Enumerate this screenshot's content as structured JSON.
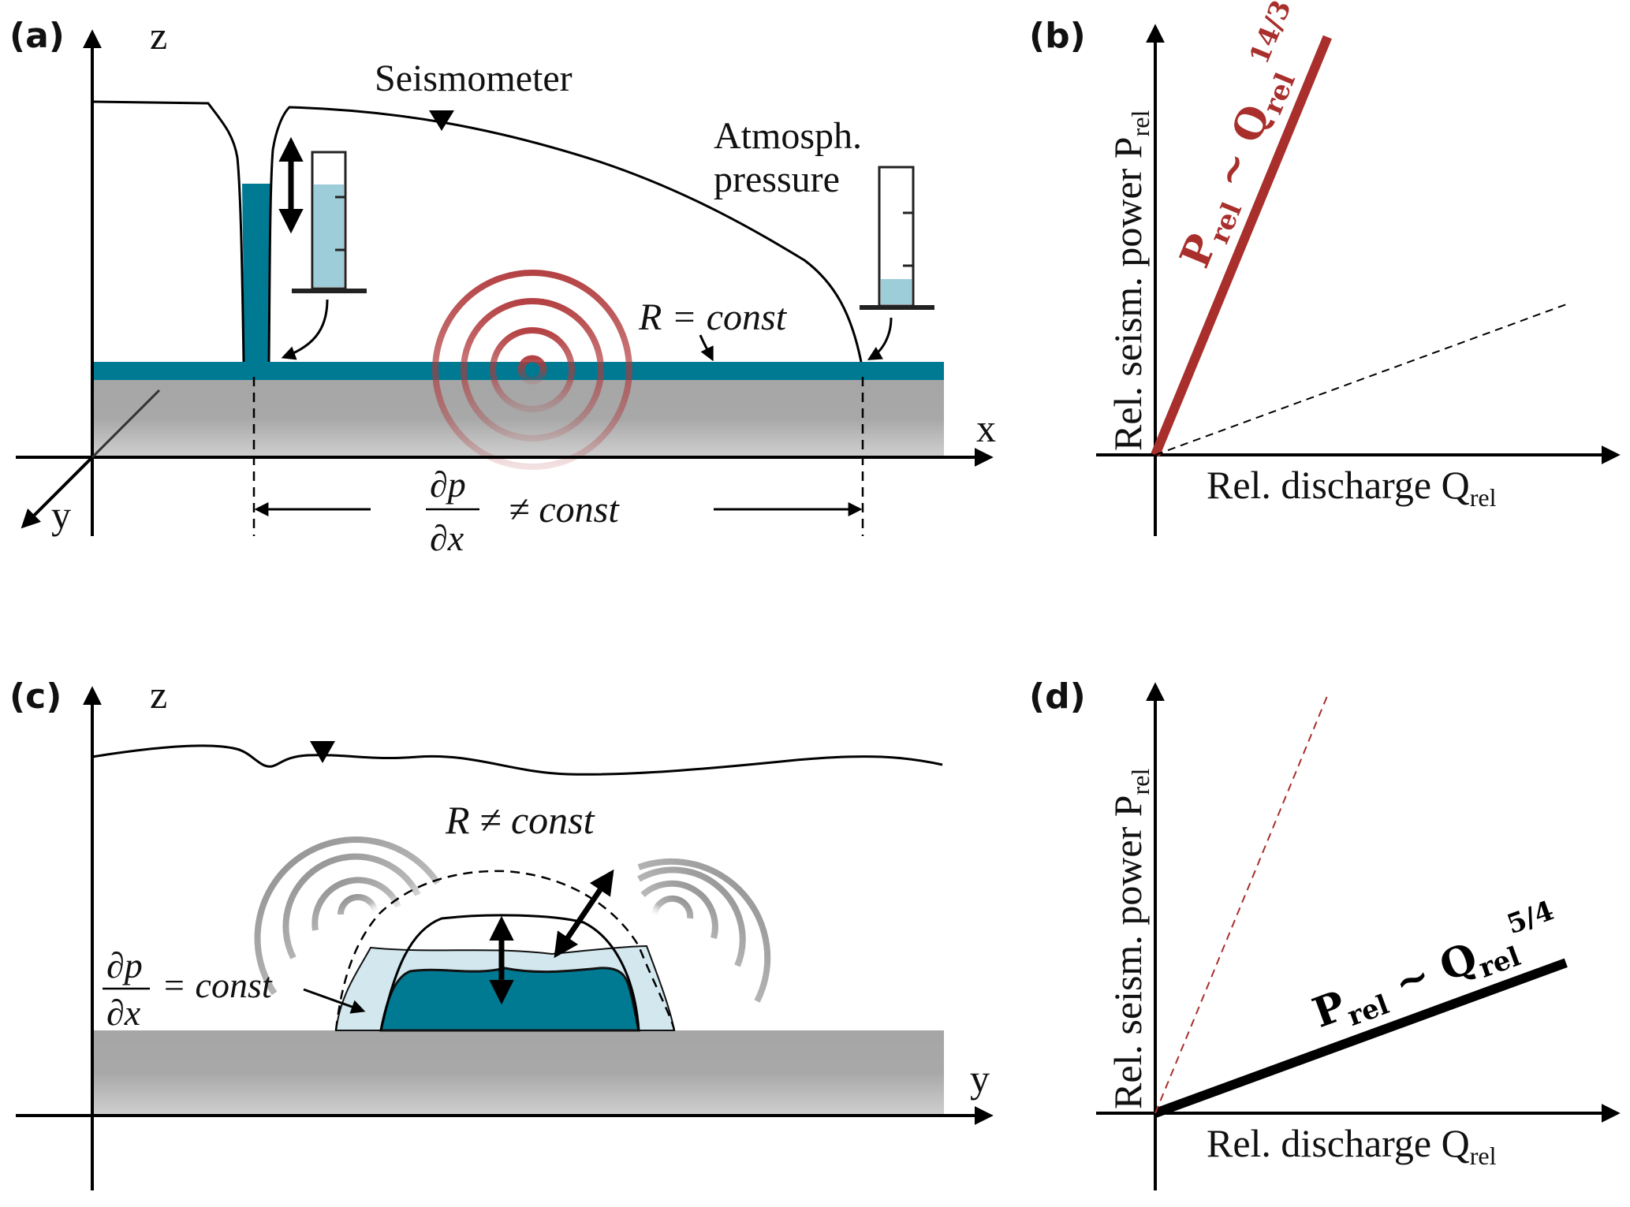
{
  "figure": {
    "panels": [
      {
        "id": "a",
        "label": "(a)",
        "axes": {
          "z": "z",
          "x": "x",
          "y": "y"
        },
        "annotations": {
          "seismometer": "Seismometer",
          "atmospheric_pressure_line1": "Atmosph.",
          "atmospheric_pressure_line2": "pressure",
          "radius": "R = const",
          "gradient_numerator": "∂p",
          "gradient_denominator": "∂x",
          "gradient_relation": "≠ const"
        },
        "gauges": [
          {
            "name": "borehole-water-gauge",
            "fill_fraction": 0.75
          },
          {
            "name": "atmospheric-pressure-gauge",
            "fill_fraction": 0.2
          }
        ]
      },
      {
        "id": "c",
        "label": "(c)",
        "axes": {
          "z": "z",
          "y": "y"
        },
        "annotations": {
          "radius": "R ≠ const",
          "gradient_numerator": "∂p",
          "gradient_denominator": "∂x",
          "gradient_relation": "= const"
        }
      }
    ],
    "colors": {
      "water_dark": "#007a93",
      "water_light": "#d2e7ee",
      "gauge_fill": "#9dcdd8",
      "bedrock": "#a9a9a9",
      "seismic_red": "#b0383a",
      "law_red": "#a82f2c",
      "seismic_grey": "#8a8a8a"
    }
  },
  "chart_data": [
    {
      "type": "line",
      "panel": "(b)",
      "title": "",
      "xlabel": "Rel. discharge Q",
      "xlabel_sub": "rel",
      "ylabel": "Rel. seism. power P",
      "ylabel_sub": "rel",
      "xlim": [
        0,
        1
      ],
      "ylim": [
        0,
        1
      ],
      "grid": false,
      "series": [
        {
          "name": "P_rel ~ Q_rel^(14/3)",
          "label_base": "P",
          "label_sub": "rel",
          "label_mid": "~ Q",
          "label_sub2": "rel",
          "label_exp": "14/3",
          "style": "solid-thick",
          "color": "#a82f2c",
          "x": [
            0,
            0.39
          ],
          "y": [
            0,
            1.0
          ]
        },
        {
          "name": "reference (5/4 law)",
          "style": "dashed-thin",
          "color": "#000000",
          "x": [
            0,
            0.93
          ],
          "y": [
            0,
            0.36
          ]
        }
      ]
    },
    {
      "type": "line",
      "panel": "(d)",
      "title": "",
      "xlabel": "Rel. discharge Q",
      "xlabel_sub": "rel",
      "ylabel": "Rel. seism. power P",
      "ylabel_sub": "rel",
      "xlim": [
        0,
        1
      ],
      "ylim": [
        0,
        1
      ],
      "grid": false,
      "series": [
        {
          "name": "P_rel ~ Q_rel^(5/4)",
          "label_base": "P",
          "label_sub": "rel",
          "label_mid": "~ Q",
          "label_sub2": "rel",
          "label_exp": "5/4",
          "style": "solid-thick",
          "color": "#000000",
          "x": [
            0,
            0.93
          ],
          "y": [
            0,
            0.36
          ]
        },
        {
          "name": "reference (14/3 law)",
          "style": "dashed-thin",
          "color": "#a82f2c",
          "x": [
            0,
            0.39
          ],
          "y": [
            0,
            1.0
          ]
        }
      ]
    }
  ]
}
